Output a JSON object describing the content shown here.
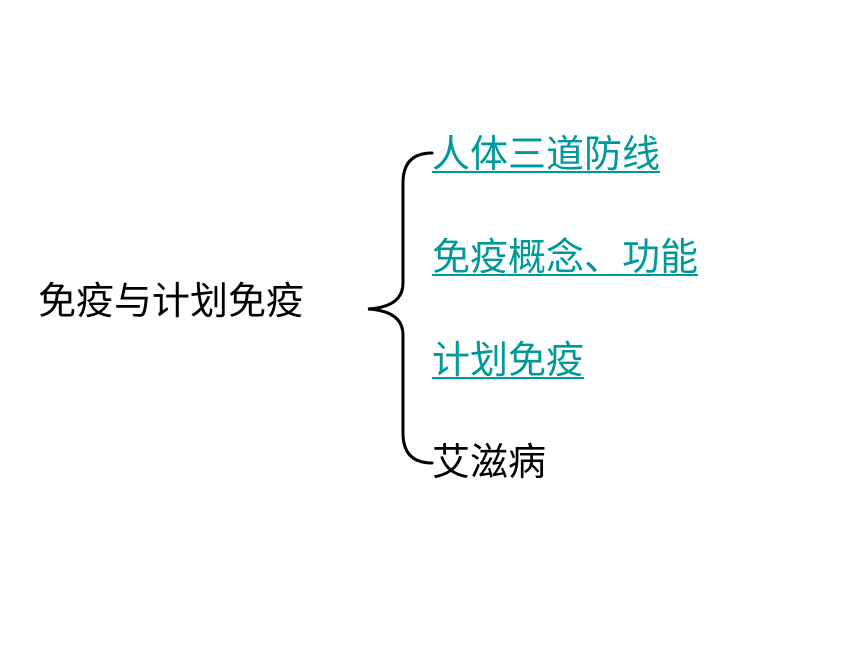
{
  "diagram": {
    "root": "免疫与计划免疫",
    "link_color": "#009999",
    "text_color": "#000000",
    "branches": [
      {
        "label": "人体三道防线",
        "is_link": true
      },
      {
        "label": "免疫概念、功能",
        "is_link": true
      },
      {
        "label": "计划免疫",
        "is_link": true
      },
      {
        "label": "艾滋病",
        "is_link": false
      }
    ]
  }
}
